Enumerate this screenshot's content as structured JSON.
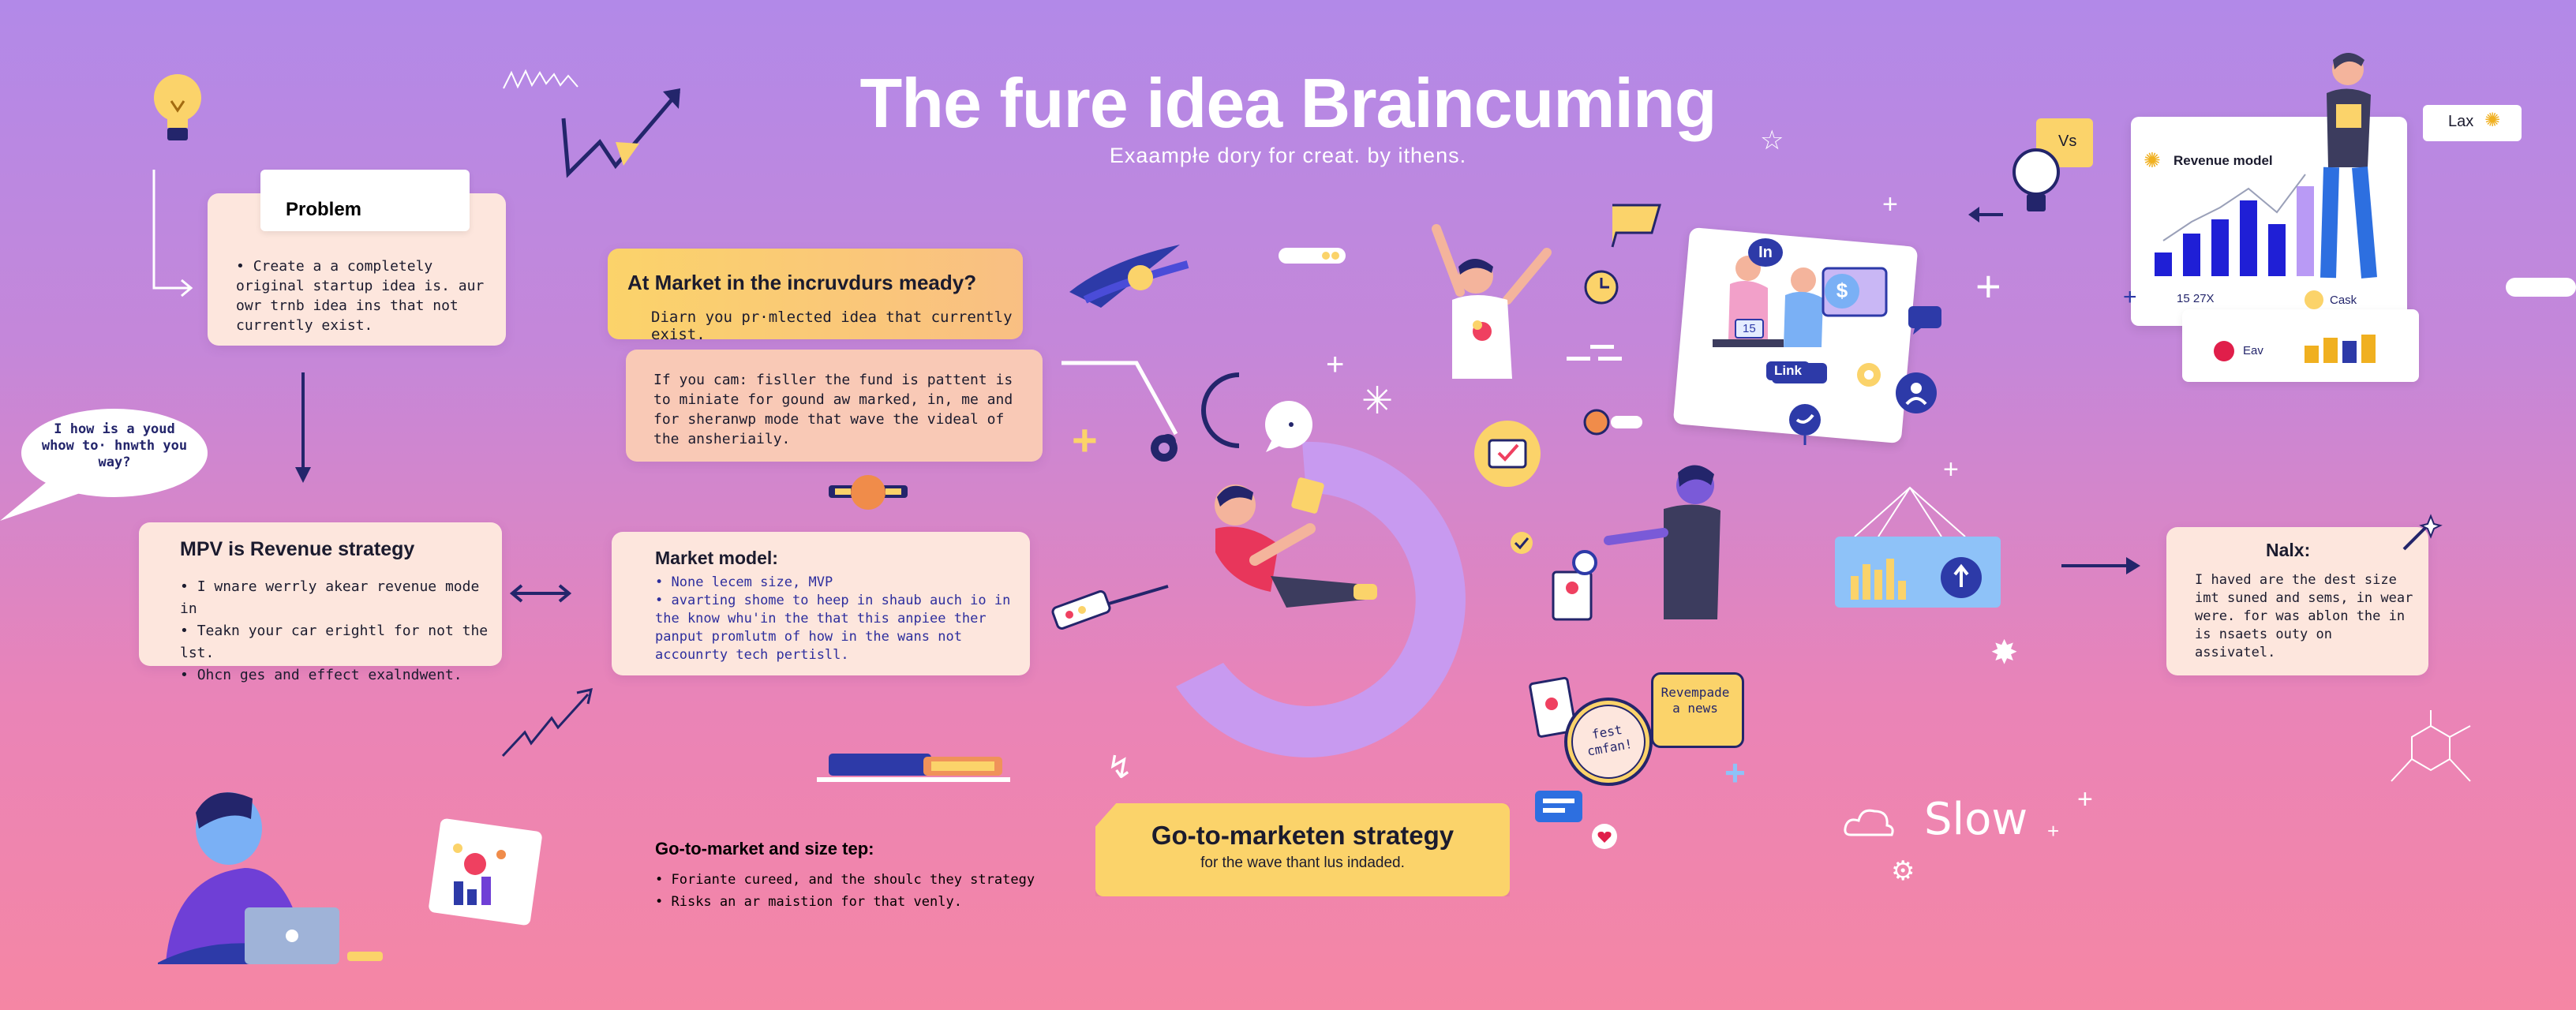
{
  "header": {
    "title": "The fure idea Braincuming",
    "subtitle": "Exaampłe dory for creat. by ithens."
  },
  "problem": {
    "title": "Problem",
    "bullets": [
      "Create a a completely original startup idea is. aur owr trnb idea ins that not currently exist."
    ]
  },
  "speech_bubble": {
    "text": "I how is a youd whow to· hnwth you way?"
  },
  "mpv": {
    "title": "MPV is Revenue strategy",
    "bullets": [
      "I wnare werrly akear revenue mode in",
      "Teakn your car erightl for not the lst.",
      "Ohcn ges and effect exalndwent."
    ]
  },
  "market_q": {
    "title": "At Market in the incruvdurs meady?",
    "body": "Diarn you pr·mlected idea that currently exist."
  },
  "market_note": {
    "body": "If you cam: fisller the fund is pattent is to miniate for gound aw marked, in, me and for sheranwp mode that wave the videal of the ansheriaily."
  },
  "market_model": {
    "title": "Market model:",
    "bullets": [
      "None lecem size, MVP",
      "avarting shome to heep in shaub auch io in the know whu'in the that this anpiee ther panput promlutm of how in the wans not accounrty tech pertisll."
    ]
  },
  "gtm_list": {
    "title": "Go-to-market and size tep:",
    "bullets": [
      "Foriante cureed, and the shoulc they strategy",
      "Risks an ar maistion for that venly."
    ]
  },
  "gtm_banner": {
    "title": "Go-to-marketen strategy",
    "subtitle": "for the wave thant lus indaded."
  },
  "nalx": {
    "title": "Nalx:",
    "body": "I haved are the dest size imt suned and sems, in wear were. for was ablon the in is nsaets outy on assivatel."
  },
  "revenue_card": {
    "title": "Revenue model",
    "stat1": "15 27X",
    "cask_label": "Cask",
    "eav_label": "Eav",
    "bars": [
      0.25,
      0.45,
      0.6,
      0.8,
      0.55,
      0.95
    ]
  },
  "misc": {
    "vs_label": "Vs",
    "lax_label": "Lax",
    "link_label": "Link",
    "in_label": "In",
    "count_15": "15",
    "stamp_text": "fest cmfan!",
    "revempade_text": "Revempade a news",
    "slow_text": "Slow"
  },
  "colors": {
    "accent_yellow": "#fbd36a",
    "navy": "#23256b",
    "card_pink": "#fde6dd",
    "lavender_ring": "#c89af0"
  }
}
